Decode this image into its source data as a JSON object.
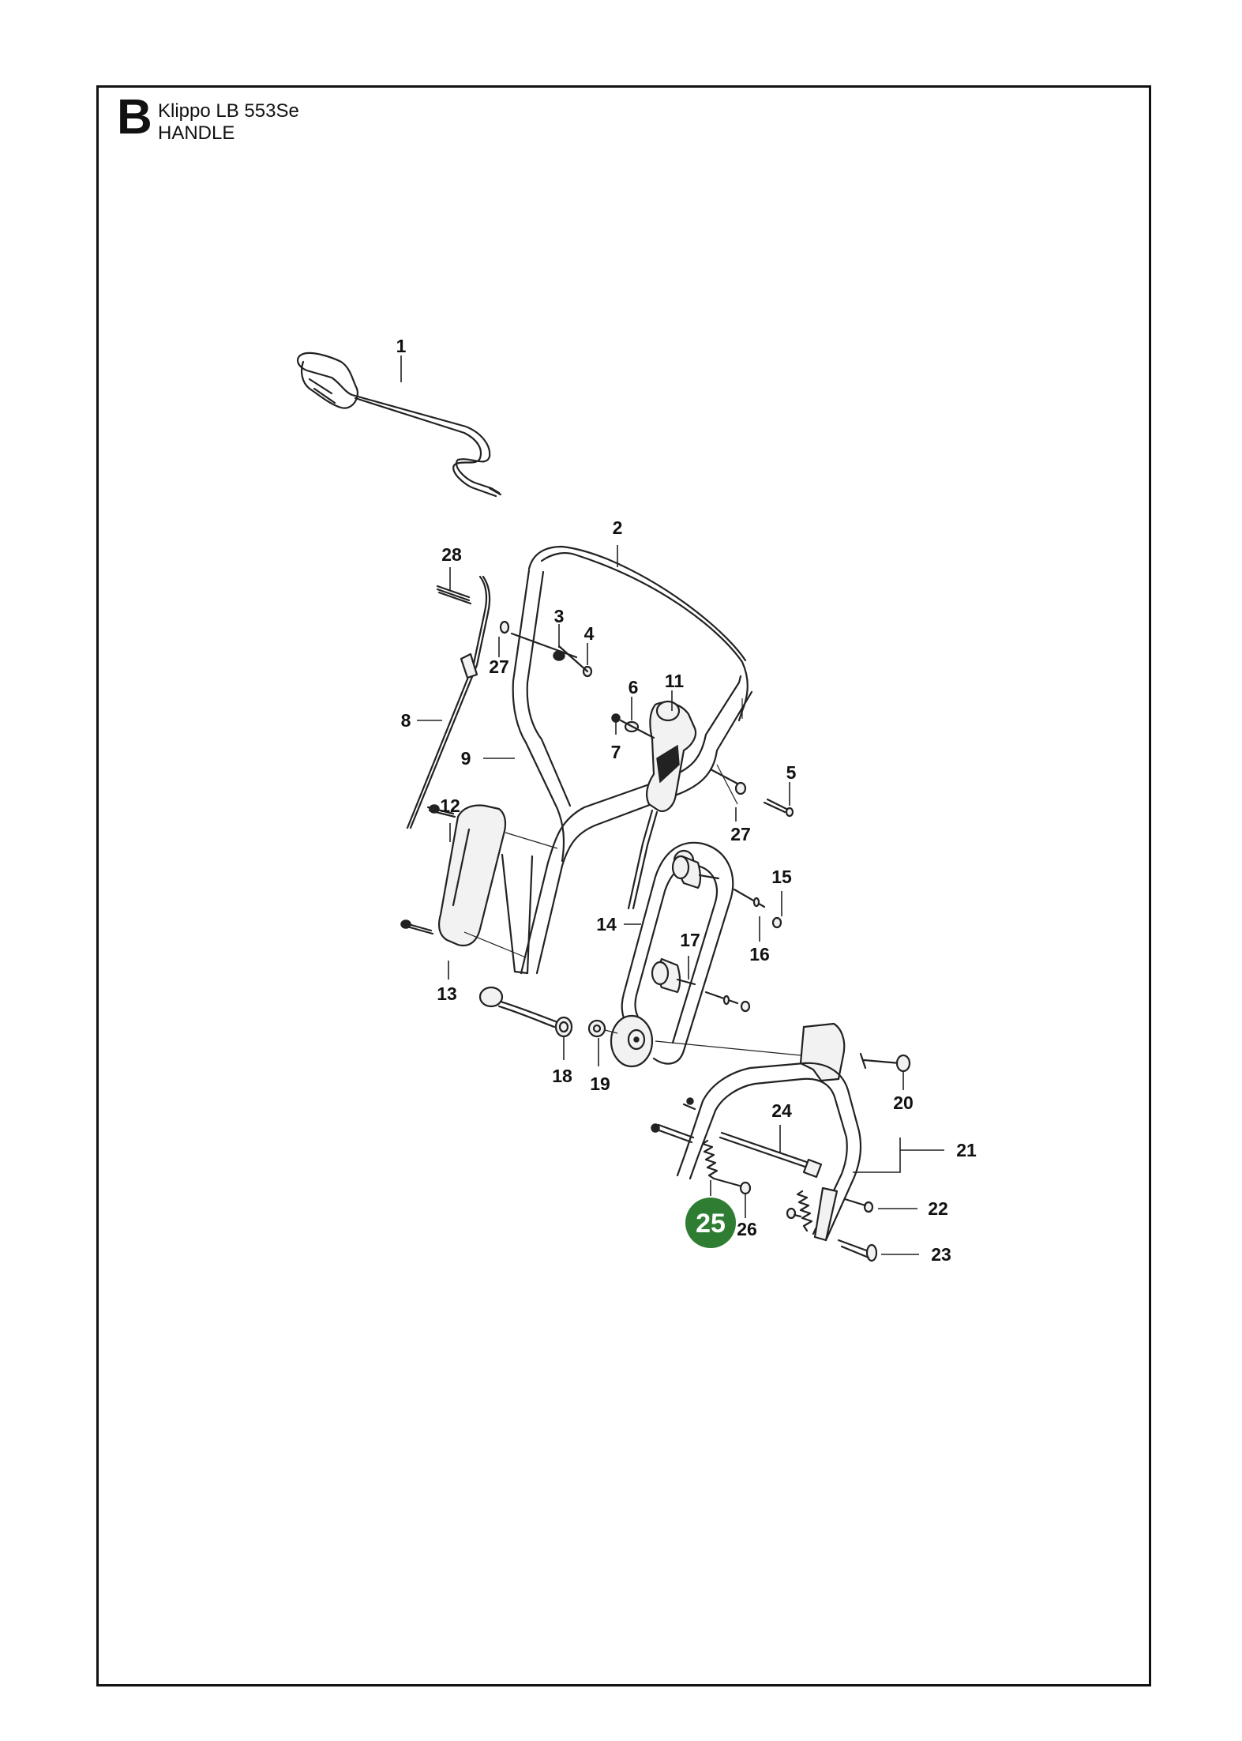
{
  "header": {
    "section_letter": "B",
    "model": "Klippo LB 553Se",
    "section": "HANDLE"
  },
  "diagram": {
    "highlight_color": "#2e7d32",
    "highlighted_part": "25",
    "callouts": [
      "1",
      "2",
      "3",
      "4",
      "5",
      "6",
      "7",
      "8",
      "9",
      "11",
      "12",
      "13",
      "14",
      "15",
      "16",
      "17",
      "18",
      "19",
      "20",
      "21",
      "22",
      "23",
      "24",
      "26",
      "27",
      "27",
      "28"
    ]
  }
}
